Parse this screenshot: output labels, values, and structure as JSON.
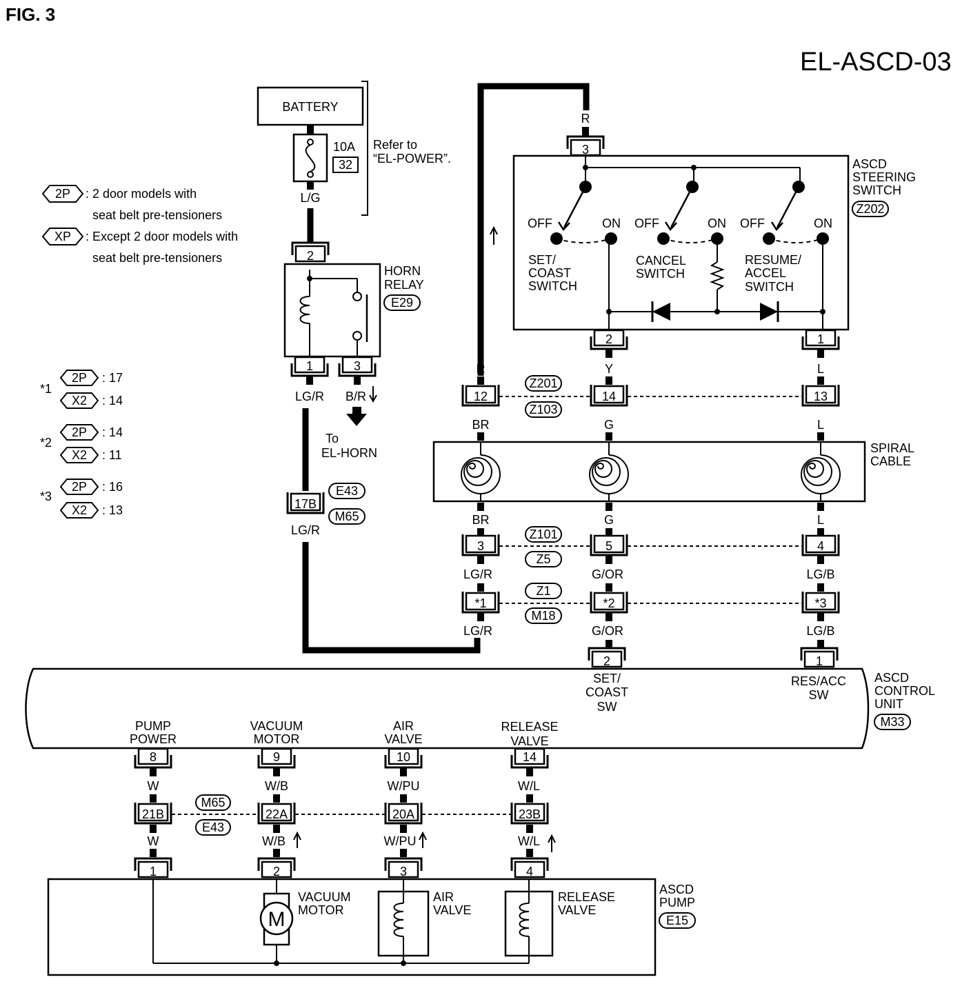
{
  "figure_label": "FIG. 3",
  "diagram_id": "EL-ASCD-03",
  "legend": {
    "p2_badge": "2P",
    "p2_text1": ": 2 door models with",
    "p2_text2": "seat belt pre-tensioners",
    "xp_badge": "XP",
    "xp_text1": ": Except 2 door models with",
    "xp_text2": "seat belt pre-tensioners",
    "notes": [
      {
        "star": "*1",
        "p2": "2P",
        "p2_val": ": 17",
        "x2": "X2",
        "x2_val": ": 14"
      },
      {
        "star": "*2",
        "p2": "2P",
        "p2_val": ": 14",
        "x2": "X2",
        "x2_val": ": 11"
      },
      {
        "star": "*3",
        "p2": "2P",
        "p2_val": ": 16",
        "x2": "X2",
        "x2_val": ": 13"
      }
    ]
  },
  "power": {
    "battery": "BATTERY",
    "fuse_amp": "10A",
    "fuse_num": "32",
    "refer1": "Refer to",
    "refer2": "“EL-POWER”.",
    "wire_lg": "L/G"
  },
  "horn_relay": {
    "title1": "HORN",
    "title2": "RELAY",
    "code": "E29",
    "pin_top": "2",
    "pin1": "1",
    "pin3": "3",
    "wire1": "LG/R",
    "wire3": "B/R",
    "to1": "To",
    "to2": "EL-HORN"
  },
  "e43_joint": {
    "pin": "17B",
    "code1": "E43",
    "code2": "M65",
    "wire": "LG/R"
  },
  "steering_switch": {
    "title1": "ASCD",
    "title2": "STEERING",
    "title3": "SWITCH",
    "code": "Z202",
    "off": "OFF",
    "on": "ON",
    "set1": "SET/",
    "set2": "COAST",
    "set3": "SWITCH",
    "cancel1": "CANCEL",
    "cancel2": "SWITCH",
    "res1": "RESUME/",
    "res2": "ACCEL",
    "res3": "SWITCH",
    "pin3": "3",
    "pin2": "2",
    "pin1": "1",
    "wire_r": "R",
    "wire_y": "Y",
    "wire_l": "L"
  },
  "joint1": {
    "code1": "Z201",
    "code2": "Z103",
    "pins": [
      "12",
      "14",
      "13"
    ],
    "wires_top": [
      "R",
      "Y",
      "L"
    ],
    "wires_bot": [
      "BR",
      "G",
      "L"
    ]
  },
  "spiral": {
    "title1": "SPIRAL",
    "title2": "CABLE",
    "wires_bot": [
      "BR",
      "G",
      "L"
    ]
  },
  "joint2": {
    "code1": "Z101",
    "code2": "Z5",
    "pins": [
      "3",
      "5",
      "4"
    ],
    "wires_bot": [
      "LG/R",
      "G/OR",
      "LG/B"
    ]
  },
  "joint3": {
    "code1": "Z1",
    "code2": "M18",
    "pins": [
      "*1",
      "*2",
      "*3"
    ],
    "wires_bot": [
      "LG/R",
      "G/OR",
      "LG/B"
    ]
  },
  "control_unit": {
    "title1": "ASCD",
    "title2": "CONTROL",
    "title3": "UNIT",
    "code": "M33",
    "pin_set": "2",
    "pin_res": "1",
    "set1": "SET/",
    "set2": "COAST",
    "set3": "SW",
    "res1": "RES/ACC",
    "res2": "SW",
    "outputs": [
      {
        "l1": "PUMP",
        "l2": "POWER",
        "pin": "8"
      },
      {
        "l1": "VACUUM",
        "l2": "MOTOR",
        "pin": "9"
      },
      {
        "l1": "AIR",
        "l2": "VALVE",
        "pin": "10"
      },
      {
        "l1": "RELEASE",
        "l2": "VALVE",
        "pin": "14"
      }
    ]
  },
  "joint4": {
    "code1": "M65",
    "code2": "E43",
    "pins": [
      "21B",
      "22A",
      "20A",
      "23B"
    ],
    "wires_top": [
      "W",
      "W/B",
      "W/PU",
      "W/L"
    ],
    "wires_bot": [
      "W",
      "W/B",
      "W/PU",
      "W/L"
    ]
  },
  "pump": {
    "title1": "ASCD",
    "title2": "PUMP",
    "code": "E15",
    "pins": [
      "1",
      "2",
      "3",
      "4"
    ],
    "motor_sym": "M",
    "vac1": "VACUUM",
    "vac2": "MOTOR",
    "air1": "AIR",
    "air2": "VALVE",
    "rel1": "RELEASE",
    "rel2": "VALVE"
  }
}
